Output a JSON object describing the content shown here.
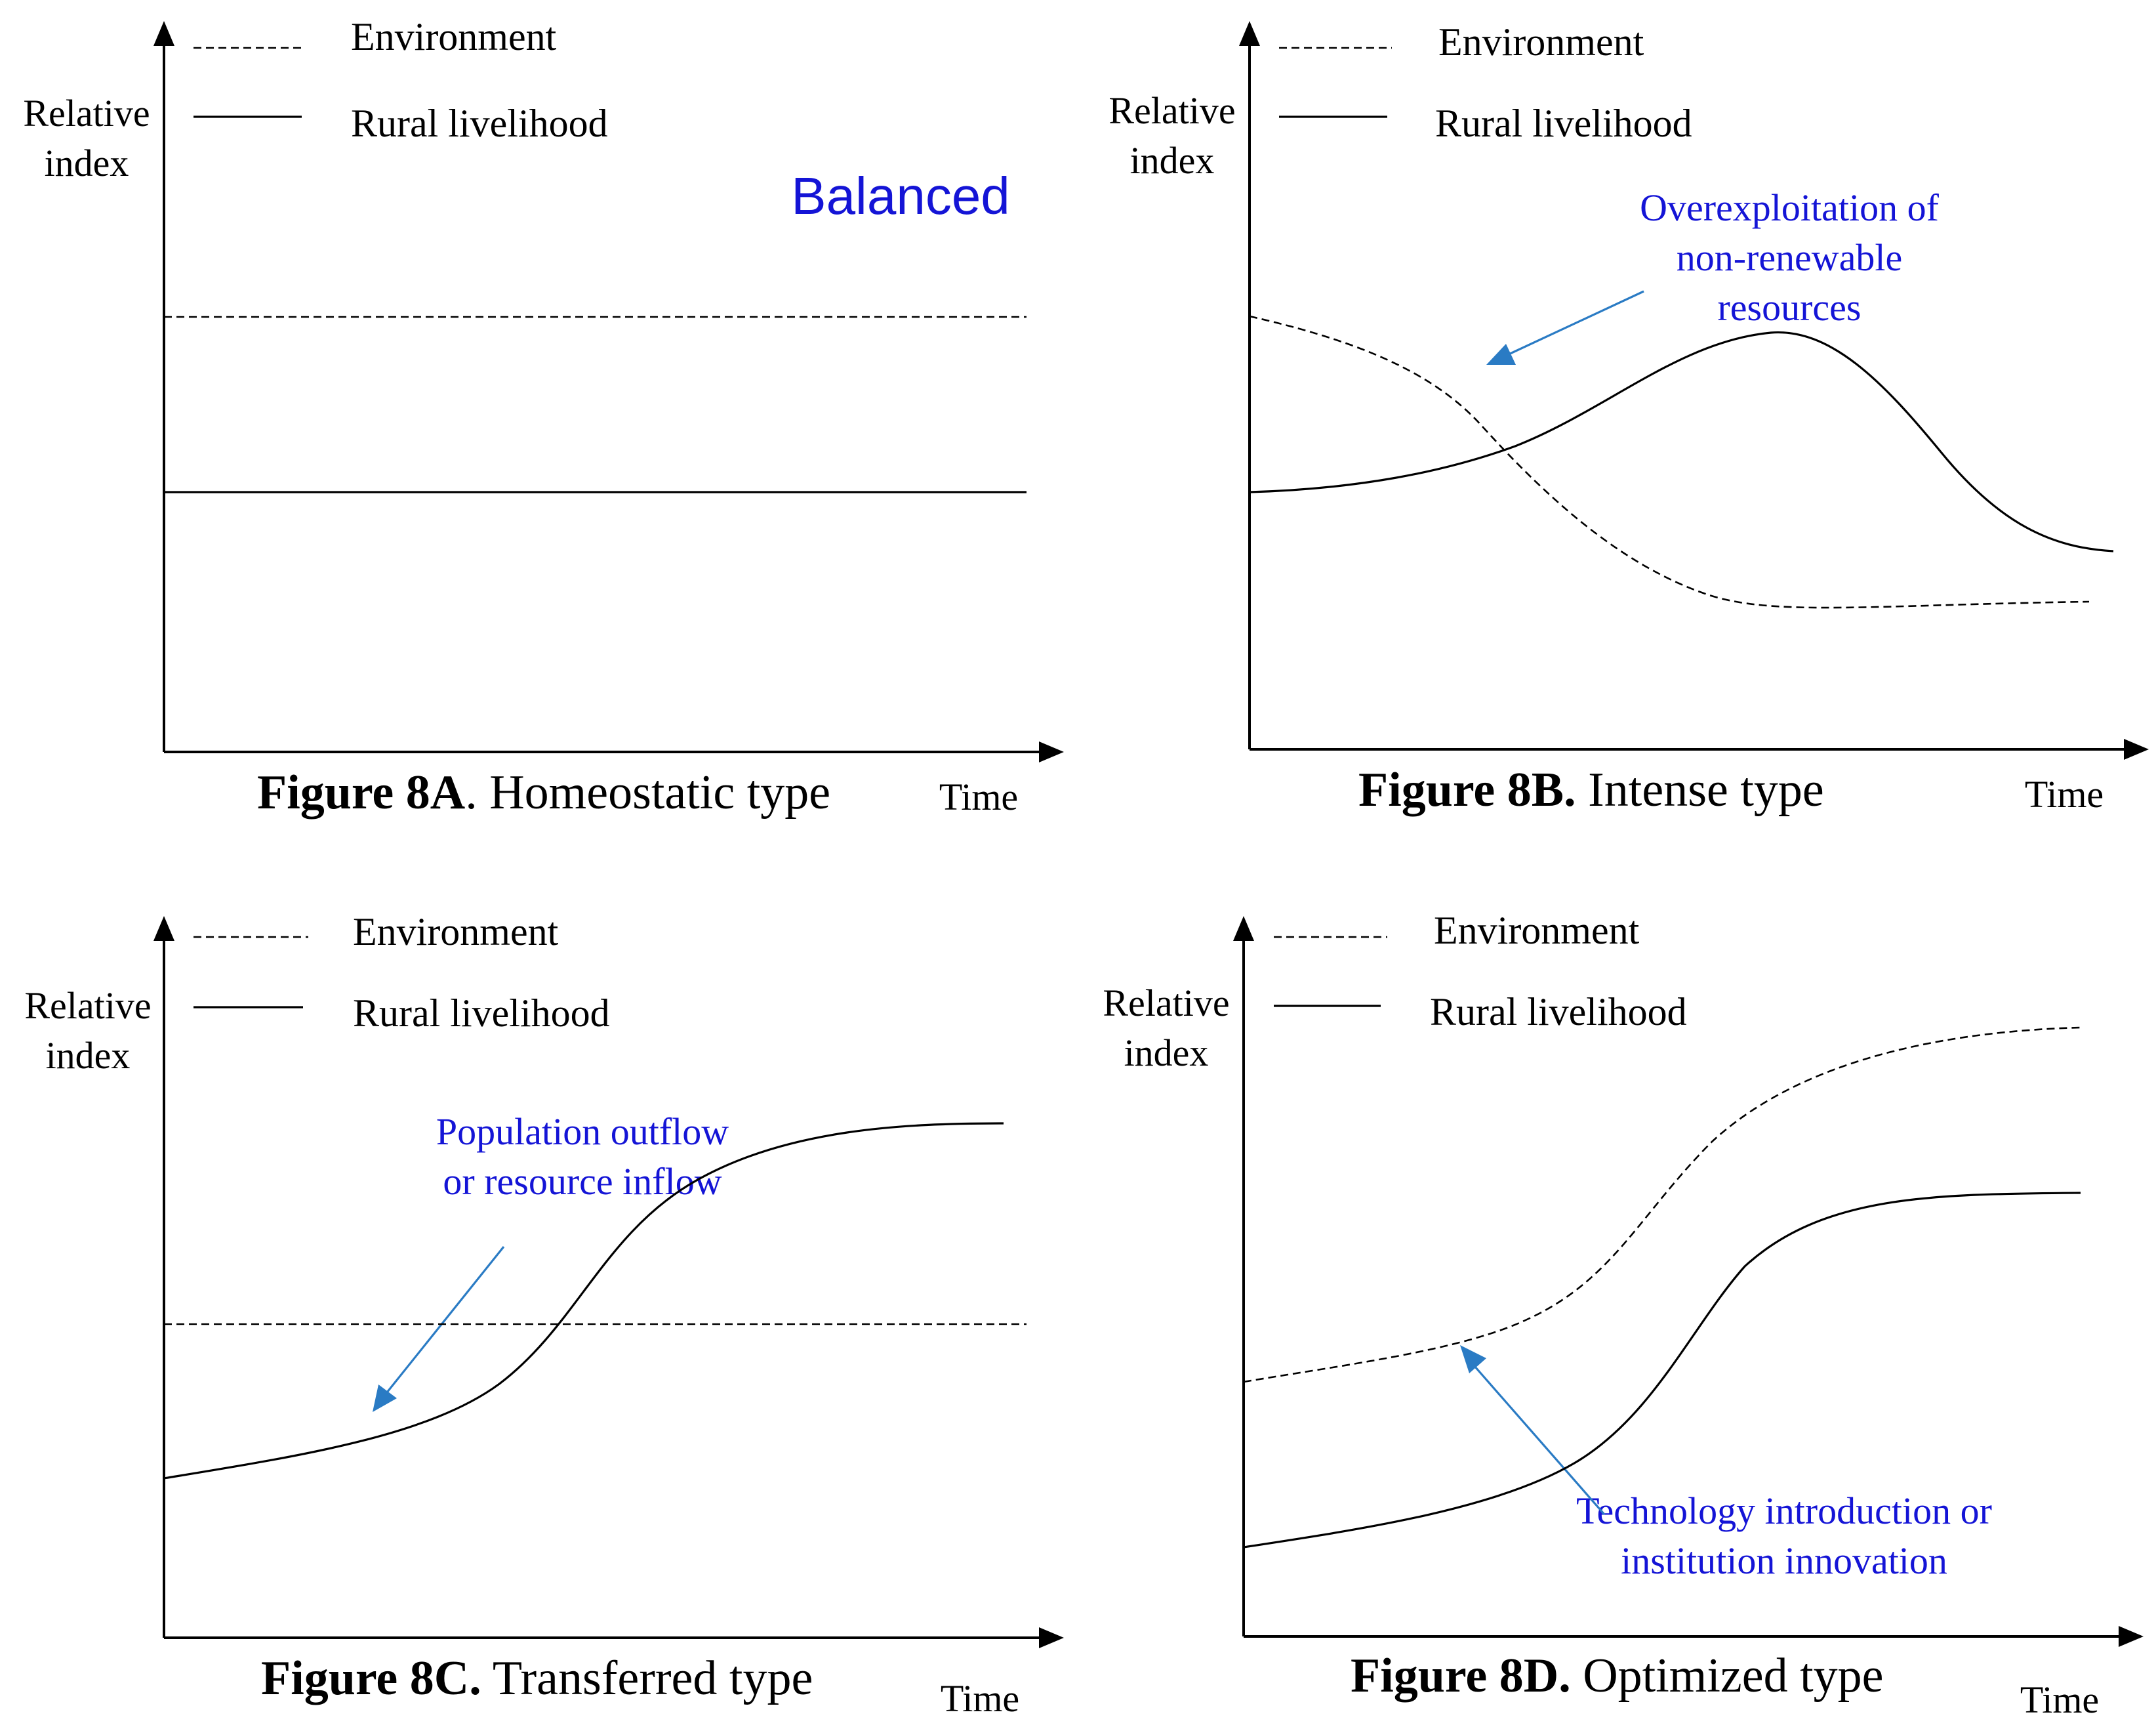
{
  "colors": {
    "axis": "#000000",
    "annotation_text": "#1414d6",
    "pointer_arrow": "#2a7bc4"
  },
  "legend": {
    "environment": "Environment",
    "rural": "Rural livelihood"
  },
  "axes": {
    "y_label_line1": "Relative",
    "y_label_line2": "index",
    "x_label": "Time"
  },
  "panels": [
    {
      "id": "8A",
      "caption_bold": "Figure 8A",
      "caption_rest": ". Homeostatic type",
      "annotation": [
        "Balanced"
      ],
      "trend": {
        "environment": [
          0.67,
          0.67
        ],
        "rural_livelihood": [
          0.4,
          0.4
        ]
      }
    },
    {
      "id": "8B",
      "caption_bold": "Figure 8B.",
      "caption_rest": " Intense type",
      "annotation": [
        "Overexploitation of",
        "non-renewable",
        "resources"
      ],
      "trend": {
        "environment": [
          0.67,
          0.55,
          0.3,
          0.22,
          0.23
        ],
        "rural_livelihood": [
          0.4,
          0.48,
          0.64,
          0.52,
          0.31
        ]
      }
    },
    {
      "id": "8C",
      "caption_bold": "Figure 8C.",
      "caption_rest": " Transferred type",
      "annotation": [
        "Population outflow",
        "or resource inflow"
      ],
      "trend": {
        "environment": [
          0.49,
          0.49
        ],
        "rural_livelihood": [
          0.24,
          0.32,
          0.49,
          0.7,
          0.75
        ]
      }
    },
    {
      "id": "8D",
      "caption_bold": "Figure 8D.",
      "caption_rest": " Optimized type",
      "annotation": [
        "Technology introduction or",
        "institution innovation"
      ],
      "trend": {
        "environment": [
          0.4,
          0.46,
          0.72,
          0.91
        ],
        "rural_livelihood": [
          0.14,
          0.27,
          0.58,
          0.66
        ]
      }
    }
  ]
}
